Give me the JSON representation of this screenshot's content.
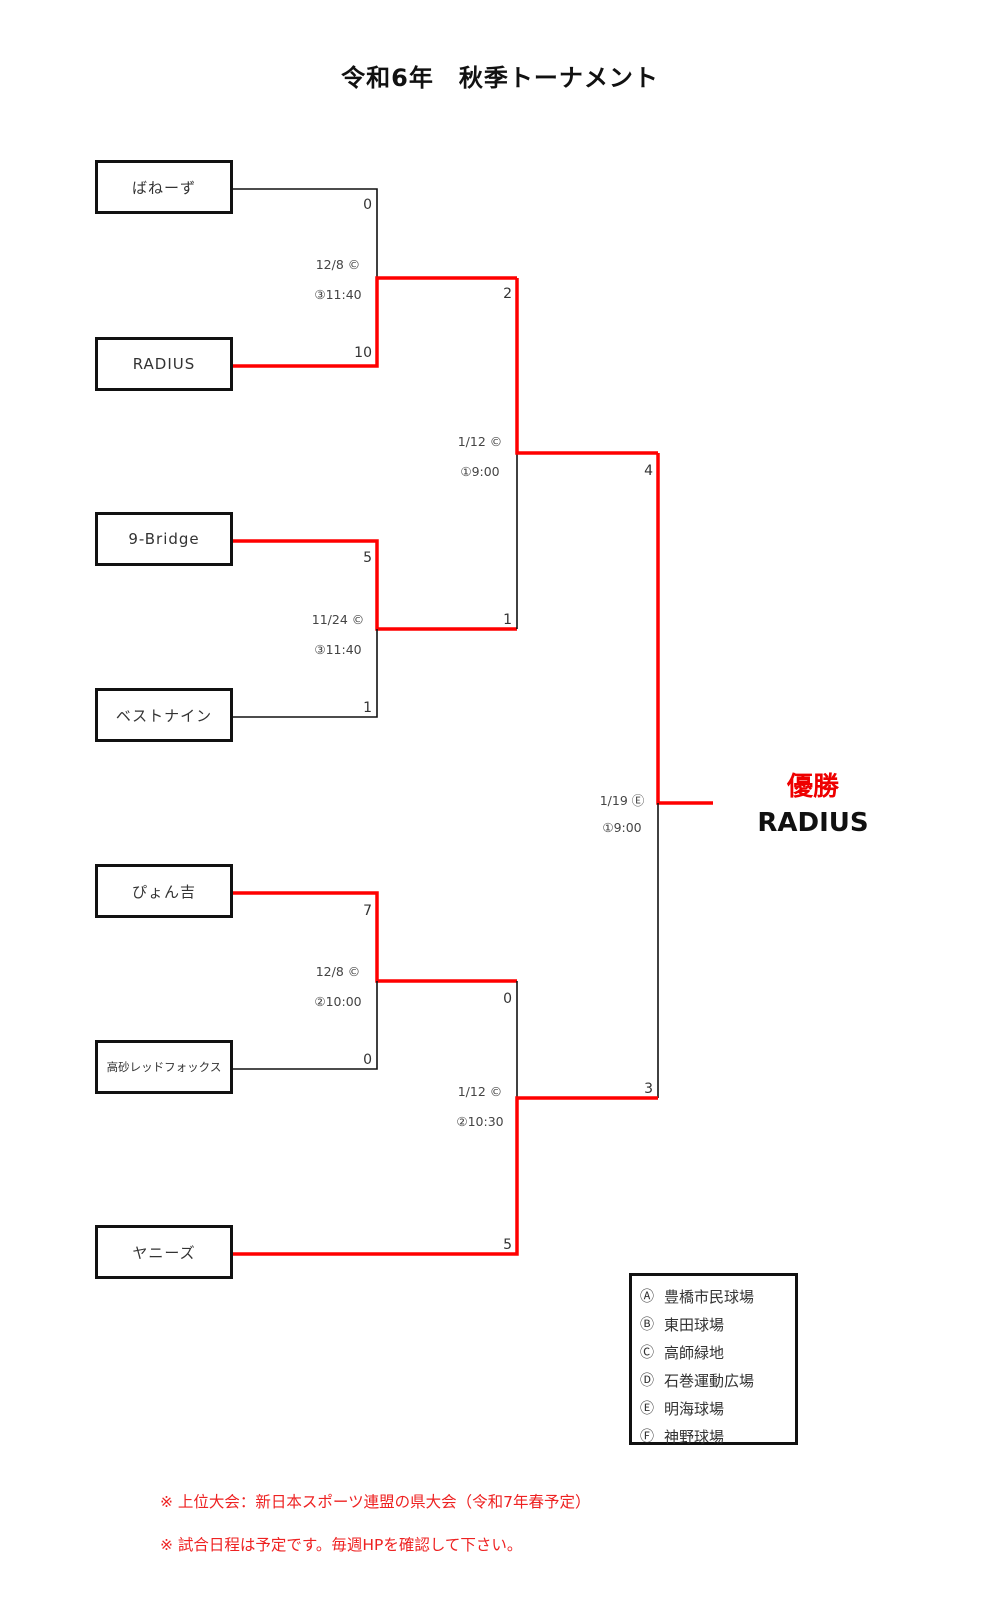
{
  "title": "令和6年　秋季トーナメント",
  "teams": [
    {
      "name": "ばねーず"
    },
    {
      "name": "RADIUS"
    },
    {
      "name": "9-Bridge"
    },
    {
      "name": "ベストナイン"
    },
    {
      "name": "ぴょん吉"
    },
    {
      "name": "高砂レッドフォックス"
    },
    {
      "name": "ヤニーズ"
    }
  ],
  "matches": [
    {
      "id": "r1m1",
      "date": "12/8 ©",
      "slot": "③11:40",
      "top_score": "0",
      "bottom_score": "10",
      "winner": "bottom"
    },
    {
      "id": "r1m2",
      "date": "11/24 ©",
      "slot": "③11:40",
      "top_score": "5",
      "bottom_score": "1",
      "winner": "top"
    },
    {
      "id": "r1m3",
      "date": "12/8 ©",
      "slot": "②10:00",
      "top_score": "7",
      "bottom_score": "0",
      "winner": "top"
    },
    {
      "id": "r2m1",
      "date": "1/12 ©",
      "slot": "①9:00",
      "top_score": "2",
      "bottom_score": "1",
      "winner": "top"
    },
    {
      "id": "r2m2",
      "date": "1/12 ©",
      "slot": "②10:30",
      "top_score": "0",
      "bottom_score": "5",
      "winner": "bottom"
    },
    {
      "id": "final",
      "date": "1/19 Ⓔ",
      "slot": "①9:00",
      "top_score": "4",
      "bottom_score": "3",
      "winner": "top"
    }
  ],
  "champion": {
    "label": "優勝",
    "name": "RADIUS"
  },
  "legend": [
    {
      "mark": "Ⓐ",
      "venue": "豊橋市民球場"
    },
    {
      "mark": "Ⓑ",
      "venue": "東田球場"
    },
    {
      "mark": "Ⓒ",
      "venue": "高師緑地"
    },
    {
      "mark": "Ⓓ",
      "venue": "石巻運動広場"
    },
    {
      "mark": "Ⓔ",
      "venue": "明海球場"
    },
    {
      "mark": "Ⓕ",
      "venue": "神野球場"
    }
  ],
  "notes": [
    "※ 上位大会：新日本スポーツ連盟の県大会（令和7年春予定）",
    "※ 試合日程は予定です。毎週HPを確認して下さい。"
  ],
  "colors": {
    "win": "#ff0000",
    "line": "#111111",
    "note": "#e22222"
  }
}
